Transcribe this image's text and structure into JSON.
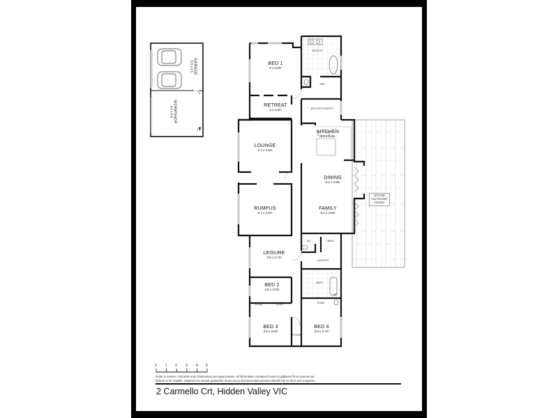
{
  "document": {
    "type": "floor-plan",
    "address": "2 Carmello Crt, Hidden Valley VIC",
    "disclaimer_line1": "Scale in metres. Indicative only. Dimensions are approximate. All information contained herein is gathered from sources we",
    "disclaimer_line2": "believe to be reliable. However we cannot guarantee its accuracy and interested persons should rely on their own enquiries.",
    "scale_bar": {
      "ticks": [
        "0",
        "1",
        "2",
        "3",
        "4",
        "5"
      ],
      "unit": "metres"
    }
  },
  "rooms": {
    "garage": {
      "name": "GARAGE",
      "dims": "5.5 x 6.5"
    },
    "workshop": {
      "name": "WORKSHOP",
      "dims": "4.1 x 6.5"
    },
    "bed1": {
      "name": "BED 1",
      "dims": "5 x 4.5m"
    },
    "ensuite": {
      "name": "ENSUITE"
    },
    "wir": {
      "name": "WIR"
    },
    "retreat": {
      "name": "RETREAT",
      "dims": "5 x 3.2m"
    },
    "butlers_pantry": {
      "name": "BUTLER'S PANTRY"
    },
    "kitchen": {
      "name": "KITCHEN",
      "dims": "5.1 x 3.8m"
    },
    "lounge": {
      "name": "LOUNGE",
      "dims": "5.1 x 4.8m"
    },
    "dining": {
      "name": "DINING",
      "dims": "6.1 x 3.8m"
    },
    "grand_outdoor": {
      "name_l1": "GRAND",
      "name_l2": "OUTDOOR",
      "name_l3": "ROOM"
    },
    "rumpus": {
      "name": "RUMPUS",
      "dims": "5.1 x 4.8m"
    },
    "family": {
      "name": "FAMILY",
      "dims": "5.1 x 4.9m"
    },
    "leisure": {
      "name": "LEISURE",
      "dims": "3.8 x 3.7m"
    },
    "wc1": {
      "name": "WC"
    },
    "linen": {
      "name": "LINEN"
    },
    "laundry": {
      "name": "LAUNDRY"
    },
    "bath": {
      "name": "BATH"
    },
    "wc2": {
      "name": "WC"
    },
    "bed2": {
      "name": "BED 2",
      "dims": "3.8 x 3.6m"
    },
    "robe1": {
      "name": "ROBE"
    },
    "robe2": {
      "name": "ROBE"
    },
    "robe3": {
      "name": "ROBE"
    },
    "bed3": {
      "name": "BED 3",
      "dims": "3.8 x 3.6m"
    },
    "store": {
      "name": "STORE"
    },
    "bed4": {
      "name": "BED 4",
      "dims": "3.8 x 3.7m"
    }
  },
  "colors": {
    "frame": "#000000",
    "wall": "#111111",
    "window": "#c8c8c8",
    "deck_line": "#cfcfcf",
    "tile": "#d6d6d6"
  }
}
